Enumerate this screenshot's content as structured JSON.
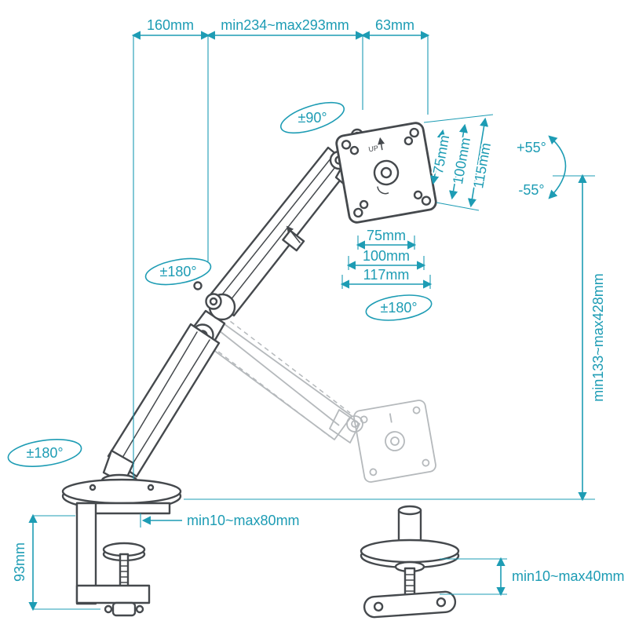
{
  "diagram": {
    "colors": {
      "dimension_teal": "#1d9cb4",
      "outline_dark": "#45494d",
      "ghost_gray": "#b5b9bc",
      "background": "#ffffff"
    },
    "labels": {
      "top_width_1": "160mm",
      "top_width_2": "min234~max293mm",
      "top_width_3": "63mm",
      "rotate_90": "±90°",
      "tilt_up": "+55°",
      "tilt_down": "-55°",
      "vesa_diag_75": "75mm",
      "vesa_diag_100": "100mm",
      "vesa_diag_115": "115mm",
      "vesa_w_75": "75mm",
      "vesa_w_100": "100mm",
      "vesa_w_117": "117mm",
      "rotate_plate": "±180°",
      "rotate_elbow": "±180°",
      "rotate_base": "±180°",
      "height_range": "min133~max428mm",
      "clamp_open": "min10~max80mm",
      "clamp_height": "93mm",
      "grommet_open": "min10~max40mm",
      "up_text": "UP"
    }
  }
}
